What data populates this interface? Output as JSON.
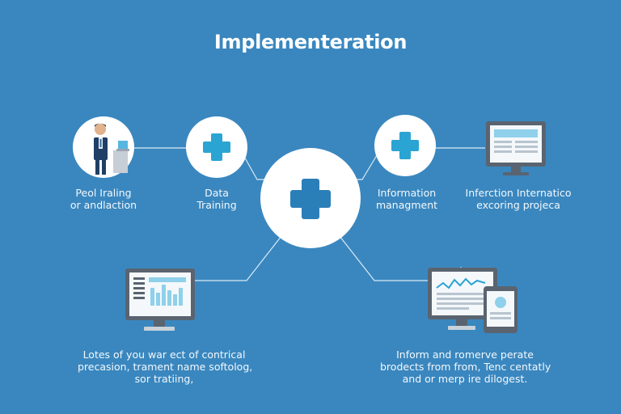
{
  "title": "Implementeration",
  "nodes": {
    "person": {
      "lines": [
        "Peol Iraling",
        "or andlaction"
      ]
    },
    "data_training": {
      "lines": [
        "Data",
        "Training"
      ]
    },
    "information_management": {
      "lines": [
        "Information",
        "managment"
      ]
    },
    "project_monitor": {
      "lines": [
        "Inferction Internatico",
        "excoring projeca"
      ]
    },
    "dashboard_monitor": {
      "lines": [
        "Lotes of you war ect of contrical",
        "precasion, trament name softolog,",
        "sor tratiing,"
      ]
    },
    "devices": {
      "lines": [
        "Inform and romerve perate",
        "brodects from from, Tenc centatly",
        "and or merp ire dilogest."
      ]
    }
  },
  "colors": {
    "background": "#3a87bf",
    "circle": "#ffffff",
    "plus": "#2aa4d2",
    "center_plus": "#2b7fb8",
    "connector": "#d9eaf5"
  },
  "icons": {
    "center": "plus-icon",
    "data_training": "plus-icon",
    "information_management": "plus-icon",
    "person": "person-at-desk-icon",
    "project_monitor": "monitor-document-icon",
    "dashboard_monitor": "monitor-dashboard-icon",
    "devices": "monitor-and-tablet-icon"
  }
}
